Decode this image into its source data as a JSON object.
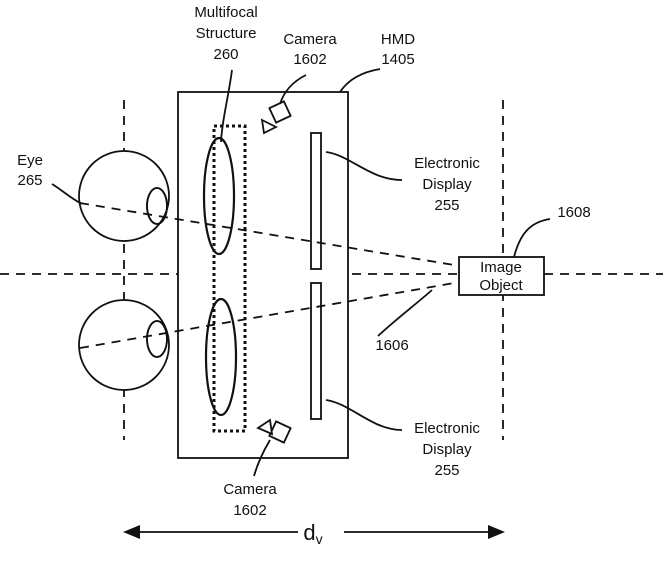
{
  "labels": {
    "multifocal_structure": [
      "Multifocal",
      "Structure",
      "260"
    ],
    "camera_top": [
      "Camera",
      "1602"
    ],
    "hmd": [
      "HMD",
      "1405"
    ],
    "eye": [
      "Eye",
      "265"
    ],
    "display_top": [
      "Electronic",
      "Display",
      "255"
    ],
    "ref_1608": "1608",
    "image_object": [
      "Image",
      "Object"
    ],
    "ref_1606": "1606",
    "display_bottom": [
      "Electronic",
      "Display",
      "255"
    ],
    "camera_bottom": [
      "Camera",
      "1602"
    ],
    "distance": "d",
    "distance_subscript": "v"
  }
}
